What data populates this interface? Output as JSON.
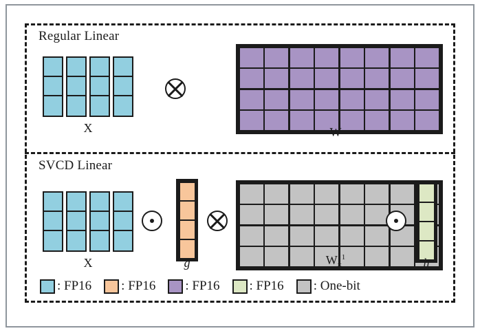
{
  "figure": {
    "title_regular": "Regular Linear",
    "title_svcd": "SVCD Linear"
  },
  "colors": {
    "blue_fp16": "#92cfe0",
    "orange_fp16": "#f8c69b",
    "purple_fp16": "#a894c4",
    "green_fp16": "#dde8c4",
    "gray_onebit": "#c3c3c3",
    "stroke": "#1b1b1b",
    "frame": "#8e959c",
    "background": "#ffffff"
  },
  "rows": {
    "regular": {
      "label": "Regular Linear",
      "input": {
        "label": "X",
        "columns": 4,
        "rows": 3,
        "color_key": "blue_fp16",
        "precision": "FP16"
      },
      "operator": {
        "symbol": "⊗",
        "name": "circled-times"
      },
      "weight": {
        "label": "W",
        "columns": 8,
        "rows": 4,
        "color_key": "purple_fp16",
        "precision": "FP16"
      }
    },
    "svcd": {
      "label": "SVCD Linear",
      "input": {
        "label": "X",
        "columns": 4,
        "rows": 3,
        "color_key": "blue_fp16",
        "precision": "FP16"
      },
      "operator_1": {
        "symbol": "⊙",
        "name": "circled-dot"
      },
      "scale_g": {
        "label": "g",
        "columns": 1,
        "rows": 4,
        "color_key": "orange_fp16",
        "precision": "FP16"
      },
      "operator_2": {
        "symbol": "⊗",
        "name": "circled-times"
      },
      "weight": {
        "label": "W",
        "label_sub": "±",
        "label_sup": "1",
        "columns": 8,
        "rows": 4,
        "color_key": "gray_onebit",
        "precision": "One-bit"
      },
      "operator_3": {
        "symbol": "⊙",
        "name": "circled-dot"
      },
      "scale_h": {
        "label": "h",
        "columns": 1,
        "rows": 4,
        "color_key": "green_fp16",
        "precision": "FP16"
      }
    }
  },
  "legend": {
    "items": [
      {
        "color_key": "blue_fp16",
        "color": "#92cfe0",
        "text": ": FP16"
      },
      {
        "color_key": "orange_fp16",
        "color": "#f8c69b",
        "text": ": FP16"
      },
      {
        "color_key": "purple_fp16",
        "color": "#a894c4",
        "text": ": FP16"
      },
      {
        "color_key": "green_fp16",
        "color": "#dde8c4",
        "text": ": FP16"
      },
      {
        "color_key": "gray_onebit",
        "color": "#c3c3c3",
        "text": ": One-bit"
      }
    ]
  }
}
